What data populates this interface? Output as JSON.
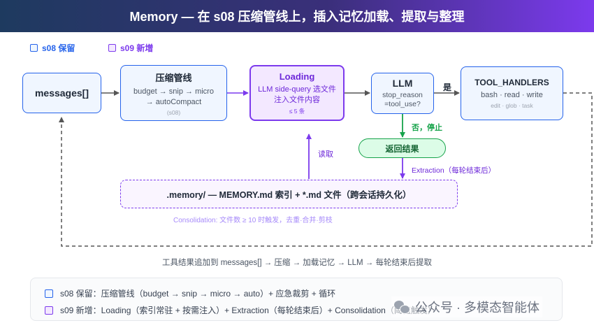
{
  "header": {
    "title": "Memory — 在 s08 压缩管线上，插入记忆加载、提取与整理"
  },
  "legend_top": {
    "s08": "s08 保留",
    "s09": "s09 新增"
  },
  "nodes": {
    "messages": {
      "title": "messages[]"
    },
    "compress": {
      "title": "压缩管线",
      "line1": "budget → snip → micro",
      "line2": "→ autoCompact",
      "note": "(s08)"
    },
    "loading": {
      "title": "Loading",
      "line1": "LLM side-query 选文件",
      "line2": "注入文件内容",
      "note": "≤ 5 条"
    },
    "llm": {
      "title": "LLM",
      "line1": "stop_reason",
      "line2": "=tool_use?"
    },
    "tools": {
      "title": "TOOL_HANDLERS",
      "line1": "bash · read · write",
      "note": "edit · glob · task"
    },
    "result": {
      "title": "返回结果"
    },
    "memory": {
      "title": ".memory/ — MEMORY.md 索引 + *.md 文件（跨会话持久化）"
    }
  },
  "labels": {
    "yes": "是",
    "no_stop": "否，停止",
    "read": "读取",
    "extraction": "Extraction（每轮结束后）",
    "consolidation": "Consolidation: 文件数 ≥ 10 时触发，去重·合并·剪枝",
    "caption": "工具结果追加到 messages[] → 压缩 → 加载记忆 → LLM → 每轮结束后提取"
  },
  "bottom_legend": {
    "row1": "s08 保留：压缩管线（budget → snip → micro → auto）+ 应急裁剪 + 循环",
    "row2": "s09 新增：Loading（索引常驻 + 按需注入）+ Extraction（每轮结束后）+ Consolidation（阈值触发）"
  },
  "watermark": "公众号 · 多模态智能体",
  "colors": {
    "blue": "#2563eb",
    "purple": "#7c3aed",
    "green": "#16a34a",
    "gray": "#555555"
  }
}
